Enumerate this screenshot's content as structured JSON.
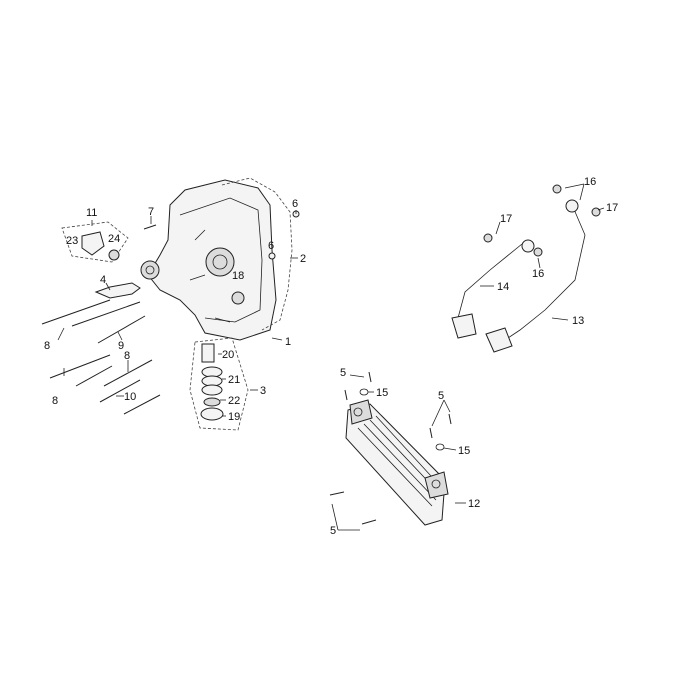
{
  "callouts": [
    {
      "key": "n1",
      "text": "1"
    },
    {
      "key": "n2",
      "text": "2"
    },
    {
      "key": "n3",
      "text": "3"
    },
    {
      "key": "n4",
      "text": "4"
    },
    {
      "key": "n5a",
      "text": "5"
    },
    {
      "key": "n5b",
      "text": "5"
    },
    {
      "key": "n5c",
      "text": "5"
    },
    {
      "key": "n6a",
      "text": "6"
    },
    {
      "key": "n6b",
      "text": "6"
    },
    {
      "key": "n7",
      "text": "7"
    },
    {
      "key": "n8a",
      "text": "8"
    },
    {
      "key": "n8b",
      "text": "8"
    },
    {
      "key": "n8c",
      "text": "8"
    },
    {
      "key": "n9",
      "text": "9"
    },
    {
      "key": "n10",
      "text": "10"
    },
    {
      "key": "n11",
      "text": "11"
    },
    {
      "key": "n12",
      "text": "12"
    },
    {
      "key": "n13",
      "text": "13"
    },
    {
      "key": "n14",
      "text": "14"
    },
    {
      "key": "n15a",
      "text": "15"
    },
    {
      "key": "n15b",
      "text": "15"
    },
    {
      "key": "n16a",
      "text": "16"
    },
    {
      "key": "n16b",
      "text": "16"
    },
    {
      "key": "n17a",
      "text": "17"
    },
    {
      "key": "n17b",
      "text": "17"
    },
    {
      "key": "n18",
      "text": "18"
    },
    {
      "key": "n19",
      "text": "19"
    },
    {
      "key": "n20",
      "text": "20"
    },
    {
      "key": "n21",
      "text": "21"
    },
    {
      "key": "n22",
      "text": "22"
    },
    {
      "key": "n23",
      "text": "23"
    },
    {
      "key": "n24",
      "text": "24"
    }
  ],
  "colors": {
    "line": "#222222",
    "background": "#ffffff"
  }
}
